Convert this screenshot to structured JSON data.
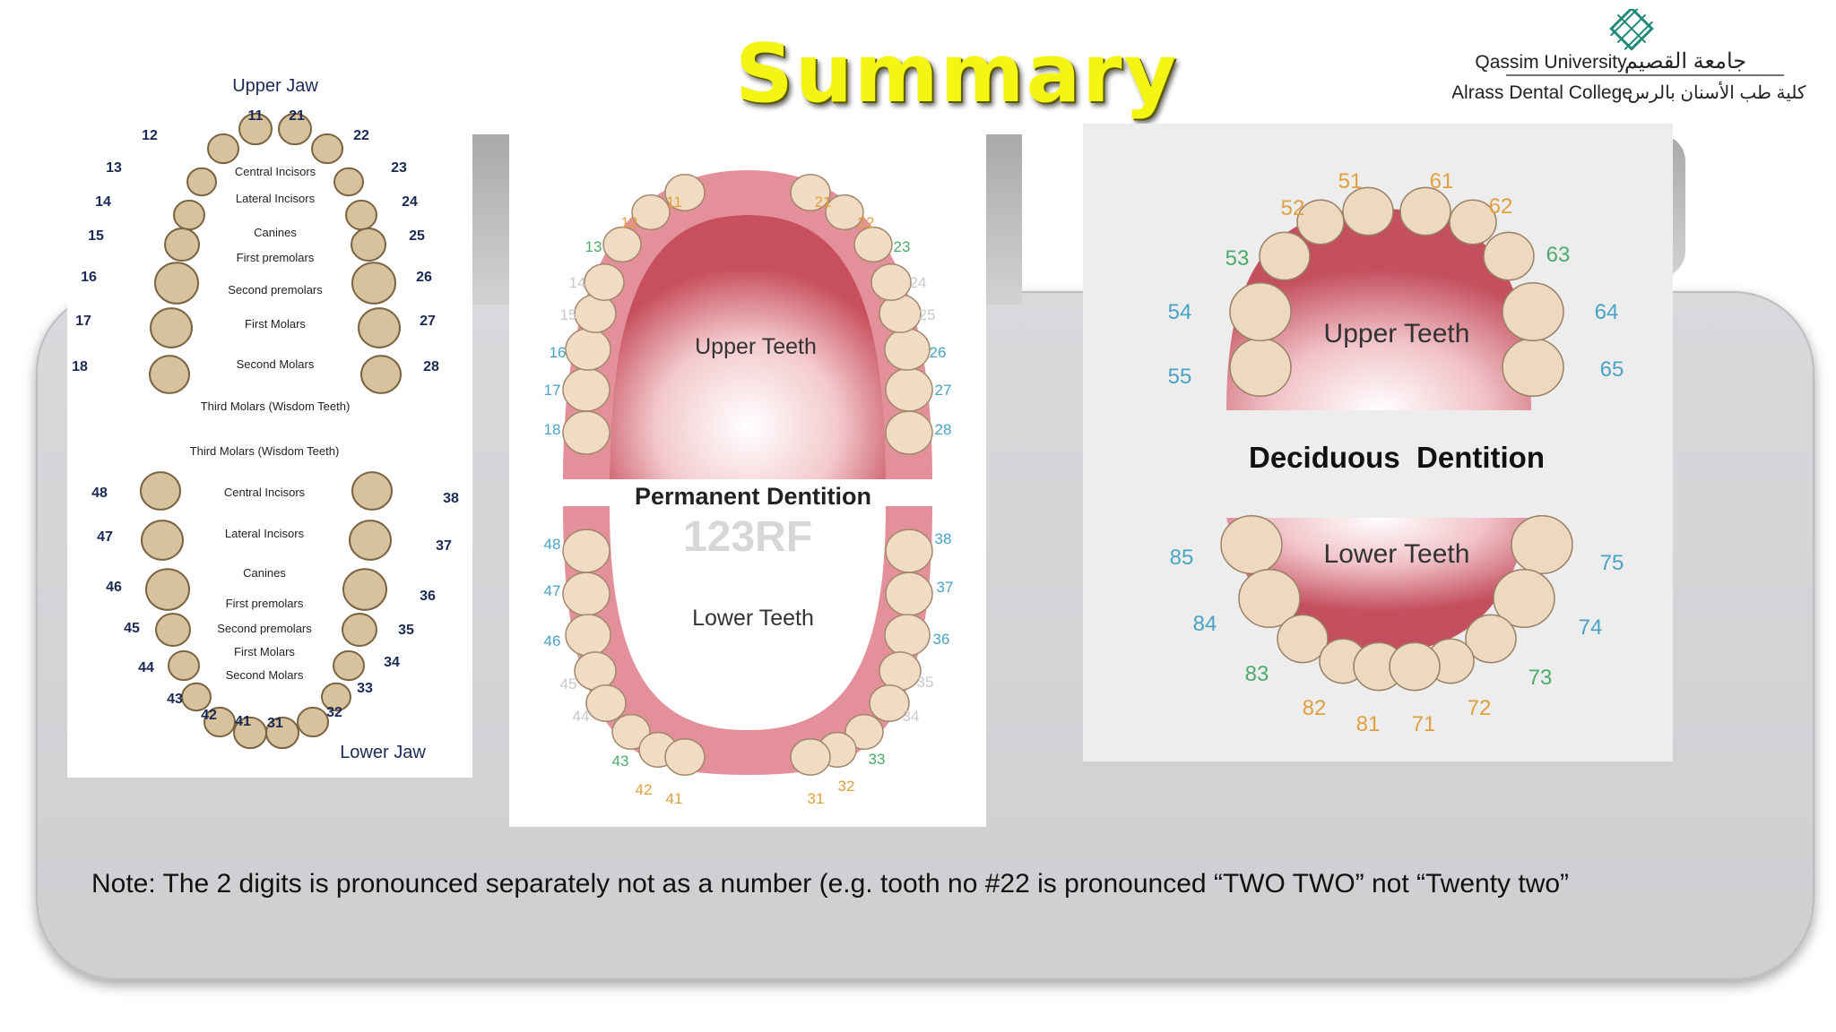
{
  "slide": {
    "title": "Summary",
    "note": "Note: The 2 digits is pronounced separately not as a number (e.g. tooth no #22 is pronounced “TWO TWO” not  “Twenty two”"
  },
  "logo": {
    "university_en": "Qassim University",
    "university_ar": "جامعة القصيم",
    "college_en": "Alrass Dental College",
    "college_ar": "كلية طب الأسنان بالرس",
    "icon": "lattice-diamond-icon",
    "color": "#1f8a7a"
  },
  "diagram1": {
    "upper_label": "Upper Jaw",
    "lower_label": "Lower Jaw",
    "upper_numbers_left": [
      "12",
      "13",
      "14",
      "15",
      "16",
      "17",
      "18"
    ],
    "upper_numbers_right": [
      "22",
      "23",
      "24",
      "25",
      "26",
      "27",
      "28"
    ],
    "upper_center": [
      "11",
      "21"
    ],
    "lower_numbers_left": [
      "48",
      "47",
      "46",
      "45",
      "44",
      "43",
      "42"
    ],
    "lower_numbers_right": [
      "38",
      "37",
      "36",
      "35",
      "34",
      "33",
      "32"
    ],
    "lower_center": [
      "41",
      "31"
    ],
    "upper_names": [
      "Central Incisors",
      "Lateral Incisors",
      "Canines",
      "First premolars",
      "Second premolars",
      "First Molars",
      "Second Molars",
      "Third Molars (Wisdom Teeth)"
    ],
    "lower_names": [
      "Third Molars (Wisdom Teeth)",
      "Central Incisors",
      "Lateral Incisors",
      "Canines",
      "First premolars",
      "Second premolars",
      "First Molars",
      "Second Molars"
    ]
  },
  "diagram2": {
    "upper_label": "Upper Teeth",
    "lower_label": "Lower Teeth",
    "center_label": "Permanent Dentition",
    "watermark": "123RF",
    "upper_numbers": [
      "18",
      "17",
      "16",
      "15",
      "14",
      "13",
      "12",
      "11",
      "21",
      "22",
      "23",
      "24",
      "25",
      "26",
      "27",
      "28"
    ],
    "lower_numbers": [
      "48",
      "47",
      "46",
      "45",
      "44",
      "43",
      "42",
      "41",
      "31",
      "32",
      "33",
      "34",
      "35",
      "36",
      "37",
      "38"
    ],
    "colors": {
      "gum": "#c8505e",
      "tooth": "#ecd9c0",
      "blue": "#4aa3c4",
      "orange": "#e0a040",
      "green": "#4caa6a"
    }
  },
  "diagram3": {
    "upper_label": "Upper Teeth",
    "lower_label": "Lower Teeth",
    "center_label": "Deciduous  Dentition",
    "upper_numbers": [
      "55",
      "54",
      "53",
      "52",
      "51",
      "61",
      "62",
      "63",
      "64",
      "65"
    ],
    "lower_numbers": [
      "85",
      "84",
      "83",
      "82",
      "81",
      "71",
      "72",
      "73",
      "74",
      "75"
    ]
  }
}
